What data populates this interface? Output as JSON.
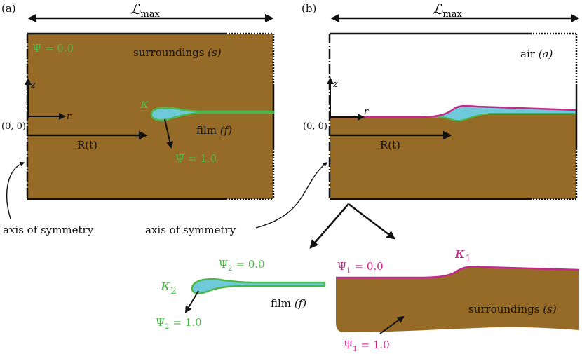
{
  "colors": {
    "brown": "#966a27",
    "green": "#4db84a",
    "cyan": "#6ec9d8",
    "magenta": "#c4288c",
    "black": "#111111"
  },
  "panel_a": {
    "tag": "(a)",
    "lmax_script": "ℒ",
    "lmax_sub": "max",
    "psi_top": "Ψ = 0.0",
    "surroundings": "surroundings",
    "surroundings_tag": "(s)",
    "z": "z",
    "r": "r",
    "origin": "(0, 0)",
    "kappa": "κ",
    "film": "film",
    "film_tag": "(f)",
    "Rt": "R(t)",
    "psi_bottom": "Ψ = 1.0",
    "axis_label": "axis of symmetry"
  },
  "panel_b": {
    "tag": "(b)",
    "lmax_script": "ℒ",
    "lmax_sub": "max",
    "air": "air",
    "air_tag": "(a)",
    "z": "z",
    "r": "r",
    "origin": "(0, 0)",
    "Rt": "R(t)",
    "axis_label": "axis of symmetry"
  },
  "detail": {
    "psi2_top": "Ψ",
    "psi2_top_sub": "2",
    "psi2_top_val": "= 0.0",
    "kappa2": "κ",
    "kappa2_sub": "2",
    "psi2_bottom": "Ψ",
    "psi2_bottom_sub": "2",
    "psi2_bottom_val": "= 1.0",
    "film": "film",
    "film_tag": "(f)",
    "psi1_top": "Ψ",
    "psi1_top_sub": "1",
    "psi1_top_val": "= 0.0",
    "kappa1": "κ",
    "kappa1_sub": "1",
    "surroundings": "surroundings",
    "surroundings_tag": "(s)",
    "psi1_bottom": "Ψ",
    "psi1_bottom_sub": "1",
    "psi1_bottom_val": "= 1.0"
  }
}
